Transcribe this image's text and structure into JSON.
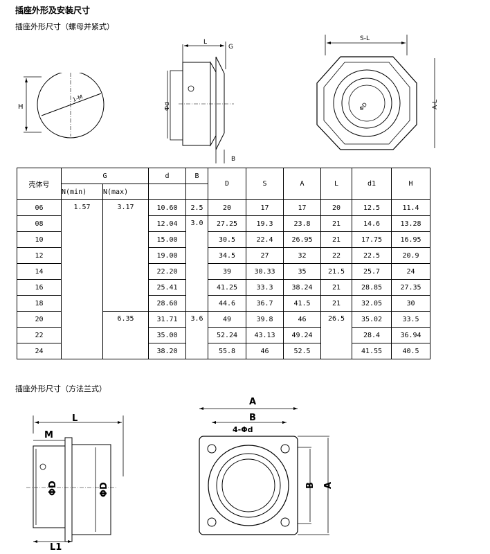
{
  "page": {
    "title": "插座外形及安装尺寸",
    "section1": "插座外形尺寸（螺母并紧式）",
    "section2": "插座外形尺寸（方法兰式）"
  },
  "fig1": {
    "front": {
      "h_label": "H",
      "thread_label": "1-M"
    },
    "side": {
      "l_label": "L",
      "g_label": "G",
      "d_label": "Φd",
      "b_label": "B"
    },
    "hex": {
      "s_label": "S-L",
      "a_label": "A-L",
      "d_label": "ΦD"
    }
  },
  "table": {
    "headers": [
      "壳体号",
      "G",
      "d",
      "B",
      "D",
      "S",
      "A",
      "L",
      "d1",
      "H"
    ],
    "g_sub": [
      "N(min)",
      "N(max)"
    ],
    "rows": [
      [
        "06",
        "1.57",
        "3.17",
        "10.60",
        "2.5",
        "20",
        "17",
        "17",
        "20",
        "12.5",
        "11.4"
      ],
      [
        "08",
        "",
        "",
        "12.04",
        "3.0",
        "27.25",
        "19.3",
        "23.8",
        "21",
        "14.6",
        "13.28"
      ],
      [
        "10",
        "",
        "",
        "15.00",
        "",
        "30.5",
        "22.4",
        "26.95",
        "21",
        "17.75",
        "16.95"
      ],
      [
        "12",
        "",
        "",
        "19.00",
        "",
        "34.5",
        "27",
        "32",
        "22",
        "22.5",
        "20.9"
      ],
      [
        "14",
        "",
        "",
        "22.20",
        "",
        "39",
        "30.33",
        "35",
        "21.5",
        "25.7",
        "24"
      ],
      [
        "16",
        "",
        "",
        "25.41",
        "",
        "41.25",
        "33.3",
        "38.24",
        "21",
        "28.85",
        "27.35"
      ],
      [
        "18",
        "",
        "",
        "28.60",
        "",
        "44.6",
        "36.7",
        "41.5",
        "21",
        "32.05",
        "30"
      ],
      [
        "20",
        "",
        "6.35",
        "31.71",
        "3.6",
        "49",
        "39.8",
        "46",
        "26.5",
        "35.02",
        "33.5"
      ],
      [
        "22",
        "",
        "",
        "35.00",
        "",
        "52.24",
        "43.13",
        "49.24",
        "",
        "28.4",
        "36.94"
      ],
      [
        "24",
        "",
        "",
        "38.20",
        "",
        "55.8",
        "46",
        "52.5",
        "",
        "41.55",
        "40.5"
      ]
    ]
  },
  "fig2": {
    "side": {
      "l_label": "L",
      "m_label": "M",
      "d1_label": "ΦD",
      "d2_label": "ΦD",
      "l1_label": "L1"
    },
    "flange": {
      "a_top": "A",
      "b_top": "B",
      "hole_label": "4-Φd",
      "b_right": "B",
      "a_right": "A"
    }
  }
}
